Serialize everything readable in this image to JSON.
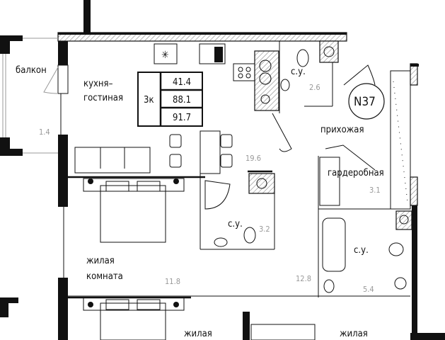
{
  "apartment": {
    "number": "N37",
    "rooms_code": "3к",
    "living_area": "41.4",
    "total_area": "88.1",
    "total_with_balcony": "91.7"
  },
  "rooms": {
    "balcony": {
      "name": "балкон",
      "area": "1.4"
    },
    "kitchen_living": {
      "name_line1": "кухня–",
      "name_line2": "гостиная",
      "area": "19.6"
    },
    "bathroom_1": {
      "name": "с.у.",
      "area": "2.6"
    },
    "hallway": {
      "name": "прихожая",
      "area": "12.8"
    },
    "wardrobe": {
      "name": "гардеробная",
      "area": "3.1"
    },
    "bathroom_2": {
      "name": "с.у.",
      "area": "3.2"
    },
    "bedroom_1": {
      "name_line1": "жилая",
      "name_line2": "комната",
      "area": "11.8"
    },
    "bathroom_3": {
      "name": "с.у.",
      "area": "5.4"
    },
    "bedroom_2": {
      "name_line1": "жилая"
    },
    "bedroom_3": {
      "name_line1": "жилая"
    }
  }
}
